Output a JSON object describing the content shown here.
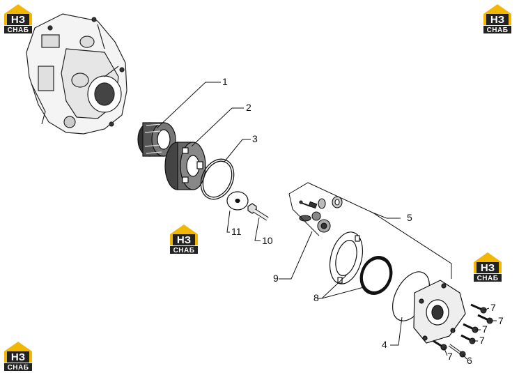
{
  "logo": {
    "main": "НЗ",
    "sub": "СНАБ",
    "color_roof": "#f2b705",
    "color_box": "#222222"
  },
  "callouts": [
    {
      "id": "c1",
      "label": "1"
    },
    {
      "id": "c2",
      "label": "2"
    },
    {
      "id": "c3",
      "label": "3"
    },
    {
      "id": "c4",
      "label": "4"
    },
    {
      "id": "c5",
      "label": "5"
    },
    {
      "id": "c6",
      "label": "6"
    },
    {
      "id": "c7a",
      "label": "7"
    },
    {
      "id": "c7b",
      "label": "7"
    },
    {
      "id": "c7c",
      "label": "7"
    },
    {
      "id": "c7d",
      "label": "7"
    },
    {
      "id": "c7e",
      "label": "7"
    },
    {
      "id": "c8",
      "label": "8"
    },
    {
      "id": "c9",
      "label": "9"
    },
    {
      "id": "c10",
      "label": "10"
    },
    {
      "id": "c11",
      "label": "11"
    }
  ]
}
